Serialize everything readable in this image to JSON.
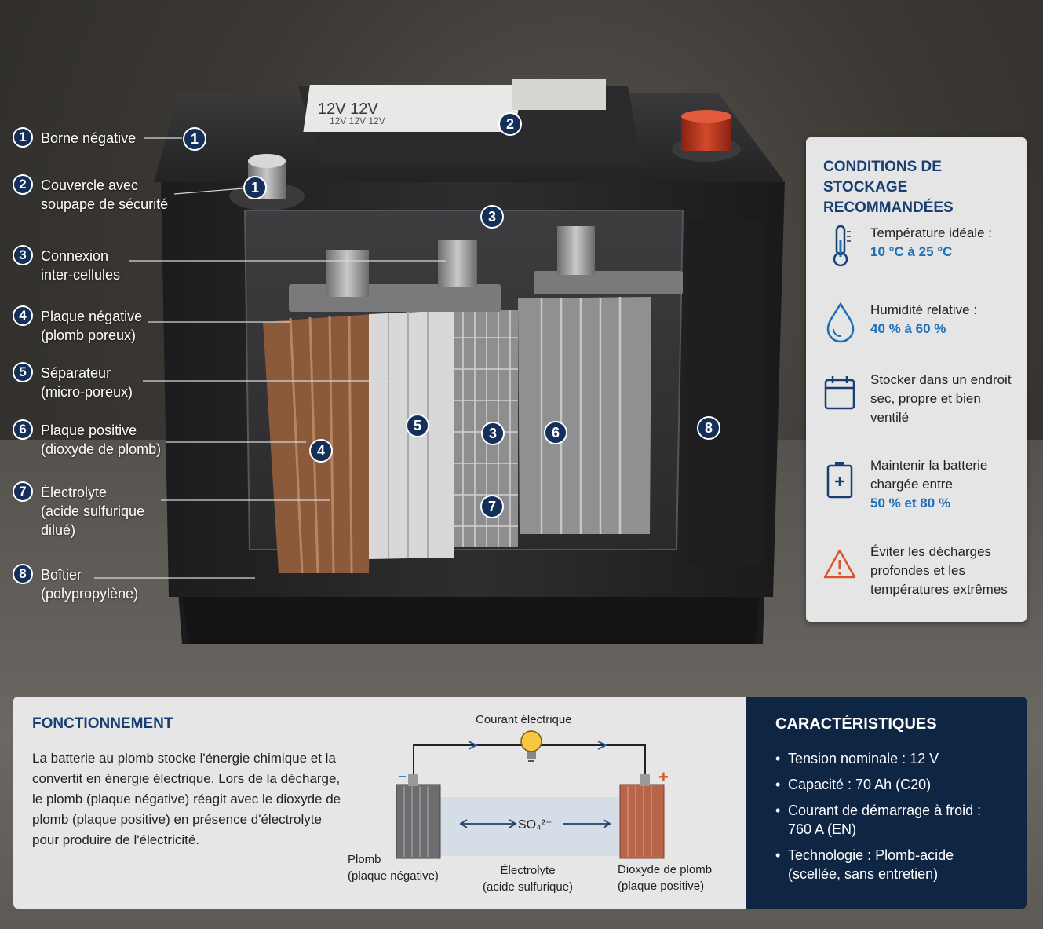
{
  "callouts": [
    {
      "num": "1",
      "lines": [
        "Borne négative"
      ]
    },
    {
      "num": "2",
      "lines": [
        "Couvercle avec",
        "soupape de sécurité"
      ]
    },
    {
      "num": "3",
      "lines": [
        "Connexion",
        "inter-cellules"
      ]
    },
    {
      "num": "4",
      "lines": [
        "Plaque négative",
        "(plomb poreux)"
      ]
    },
    {
      "num": "5",
      "lines": [
        "Séparateur",
        "(micro-poreux)"
      ]
    },
    {
      "num": "6",
      "lines": [
        "Plaque positive",
        "(dioxyde de plomb)"
      ]
    },
    {
      "num": "7",
      "lines": [
        "Électrolyte",
        "(acide sulfurique",
        "dilué)"
      ]
    },
    {
      "num": "8",
      "lines": [
        "Boîtier",
        "(polypropylène)"
      ]
    }
  ],
  "diagram_badges": [
    "1",
    "2",
    "1",
    "3",
    "4",
    "5",
    "3",
    "6",
    "7",
    "8"
  ],
  "label_text": {
    "line1": "12V 12V",
    "line2": "12V 12V 12V"
  },
  "storage": {
    "title_lines": [
      "CONDITIONS DE STOCKAGE",
      "RECOMMANDÉES"
    ],
    "items": [
      {
        "icon": "thermometer-icon",
        "lines": [
          "Température idéale :"
        ],
        "highlight": [
          "10 °C à 25 °C"
        ]
      },
      {
        "icon": "droplet-icon",
        "lines": [
          "Humidité relative :"
        ],
        "highlight": [
          "40 % à 60 %"
        ]
      },
      {
        "icon": "calendar-icon",
        "lines": [
          "Stocker dans un endroit",
          "sec, propre et bien",
          "ventilé"
        ],
        "highlight": []
      },
      {
        "icon": "battery-charge-icon",
        "lines": [
          "Maintenir la batterie",
          "chargée entre"
        ],
        "highlight": [
          "50 % et 80 %"
        ]
      },
      {
        "icon": "warning-icon",
        "lines": [
          "Éviter les décharges",
          "profondes et les",
          "températures extrêmes"
        ],
        "highlight": []
      }
    ]
  },
  "fonctionnement": {
    "title": "FONCTIONNEMENT",
    "text_lines": [
      "La batterie au plomb stocke l'énergie chimique et la",
      "convertit en énergie électrique. Lors de la décharge,",
      "le plomb (plaque négative) réagit avec le dioxyde de",
      "plomb (plaque positive) en présence d'électrolyte",
      "pour produire de l'électricité."
    ],
    "current_label": "Courant électrique",
    "ion_label": "SO₄²⁻",
    "neg_label": [
      "Plomb",
      "(plaque négative)"
    ],
    "electrolyte_label": [
      "Électrolyte",
      "(acide sulfurique)"
    ],
    "pos_label": [
      "Dioxyde de plomb",
      "(plaque positive)"
    ],
    "neg_sign": "−",
    "pos_sign": "+"
  },
  "caracteristiques": {
    "title": "CARACTÉRISTIQUES",
    "items": [
      [
        "Tension nominale : 12 V"
      ],
      [
        "Capacité : 70 Ah (C20)"
      ],
      [
        "Courant de démarrage à froid :",
        "760 A (EN)"
      ],
      [
        "Technologie : Plomb-acide",
        "(scellée, sans entretien)"
      ]
    ]
  },
  "colors": {
    "accent": "#173f72",
    "highlight": "#1d6fb8",
    "badge": "#14305a",
    "dark_panel": "#0f2544",
    "warning": "#d9532b"
  }
}
